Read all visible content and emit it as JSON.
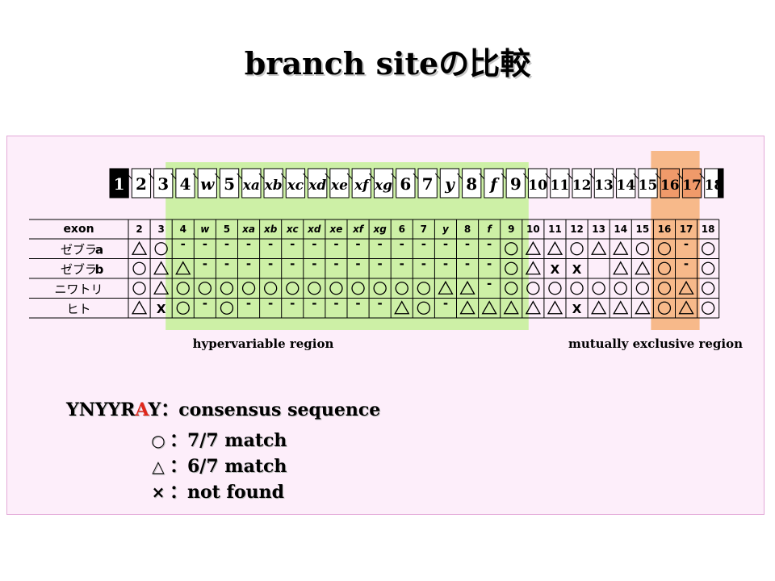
{
  "title": "branch siteの比較",
  "structure_exons": [
    "1",
    "2",
    "3",
    "4",
    "w",
    "5",
    "xa",
    "xb",
    "xc",
    "xd",
    "xe",
    "xf",
    "xg",
    "6",
    "7",
    "y",
    "8",
    "f",
    "9",
    "10",
    "11",
    "12",
    "13",
    "14",
    "15",
    "16",
    "17",
    "18"
  ],
  "table": {
    "corner_label": "exon",
    "columns": [
      "2",
      "3",
      "4",
      "w",
      "5",
      "xa",
      "xb",
      "xc",
      "xd",
      "xe",
      "xf",
      "xg",
      "6",
      "7",
      "y",
      "8",
      "f",
      "9",
      "10",
      "11",
      "12",
      "13",
      "14",
      "15",
      "16",
      "17",
      "18"
    ],
    "rows": [
      {
        "label": "ゼブラ",
        "suffix": "a",
        "cells": [
          "△",
          "○",
          "-",
          "-",
          "-",
          "-",
          "-",
          "-",
          "-",
          "-",
          "-",
          "-",
          "-",
          "-",
          "-",
          "-",
          "-",
          "○",
          "△",
          "△",
          "○",
          "△",
          "△",
          "○",
          "○",
          "-",
          "○"
        ]
      },
      {
        "label": "ゼブラ",
        "suffix": "b",
        "cells": [
          "○",
          "△",
          "△",
          "-",
          "-",
          "-",
          "-",
          "-",
          "-",
          "-",
          "-",
          "-",
          "-",
          "-",
          "-",
          "-",
          "-",
          "○",
          "△",
          "X",
          "X",
          "",
          "△",
          "△",
          "○",
          "-",
          "○"
        ]
      },
      {
        "label": "ニワトリ",
        "suffix": "",
        "cells": [
          "○",
          "△",
          "○",
          "○",
          "○",
          "○",
          "○",
          "○",
          "○",
          "○",
          "○",
          "○",
          "○",
          "○",
          "△",
          "△",
          "-",
          "○",
          "○",
          "○",
          "○",
          "○",
          "○",
          "○",
          "○",
          "△",
          "○"
        ]
      },
      {
        "label": "ヒト",
        "suffix": "",
        "cells": [
          "△",
          "X",
          "○",
          "-",
          "○",
          "-",
          "-",
          "-",
          "-",
          "-",
          "-",
          "-",
          "△",
          "○",
          "-",
          "△",
          "△",
          "△",
          "△",
          "△",
          "X",
          "△",
          "△",
          "△",
          "○",
          "△",
          "○"
        ]
      }
    ]
  },
  "regions": {
    "hypervariable": "hypervariable region",
    "mutually_exclusive": "mutually exclusive region"
  },
  "legend": {
    "consensus_prefix": "YNYYR",
    "consensus_highlight": "A",
    "consensus_suffix": "Y",
    "consensus_desc": "：consensus sequence",
    "circle_symbol": "○",
    "circle_desc": "：7/7 match",
    "triangle_symbol": "△",
    "triangle_desc": "：6/7 match",
    "cross_symbol": "×",
    "cross_desc": "：not found"
  },
  "colors": {
    "hypervariable_bg": "#cdf0a6",
    "mutually_exclusive_bg": "#f7b98a",
    "mutually_exclusive_box": "#f09a6a",
    "panel_bg": "#fdeefa",
    "consensus_highlight": "#e0261b"
  }
}
